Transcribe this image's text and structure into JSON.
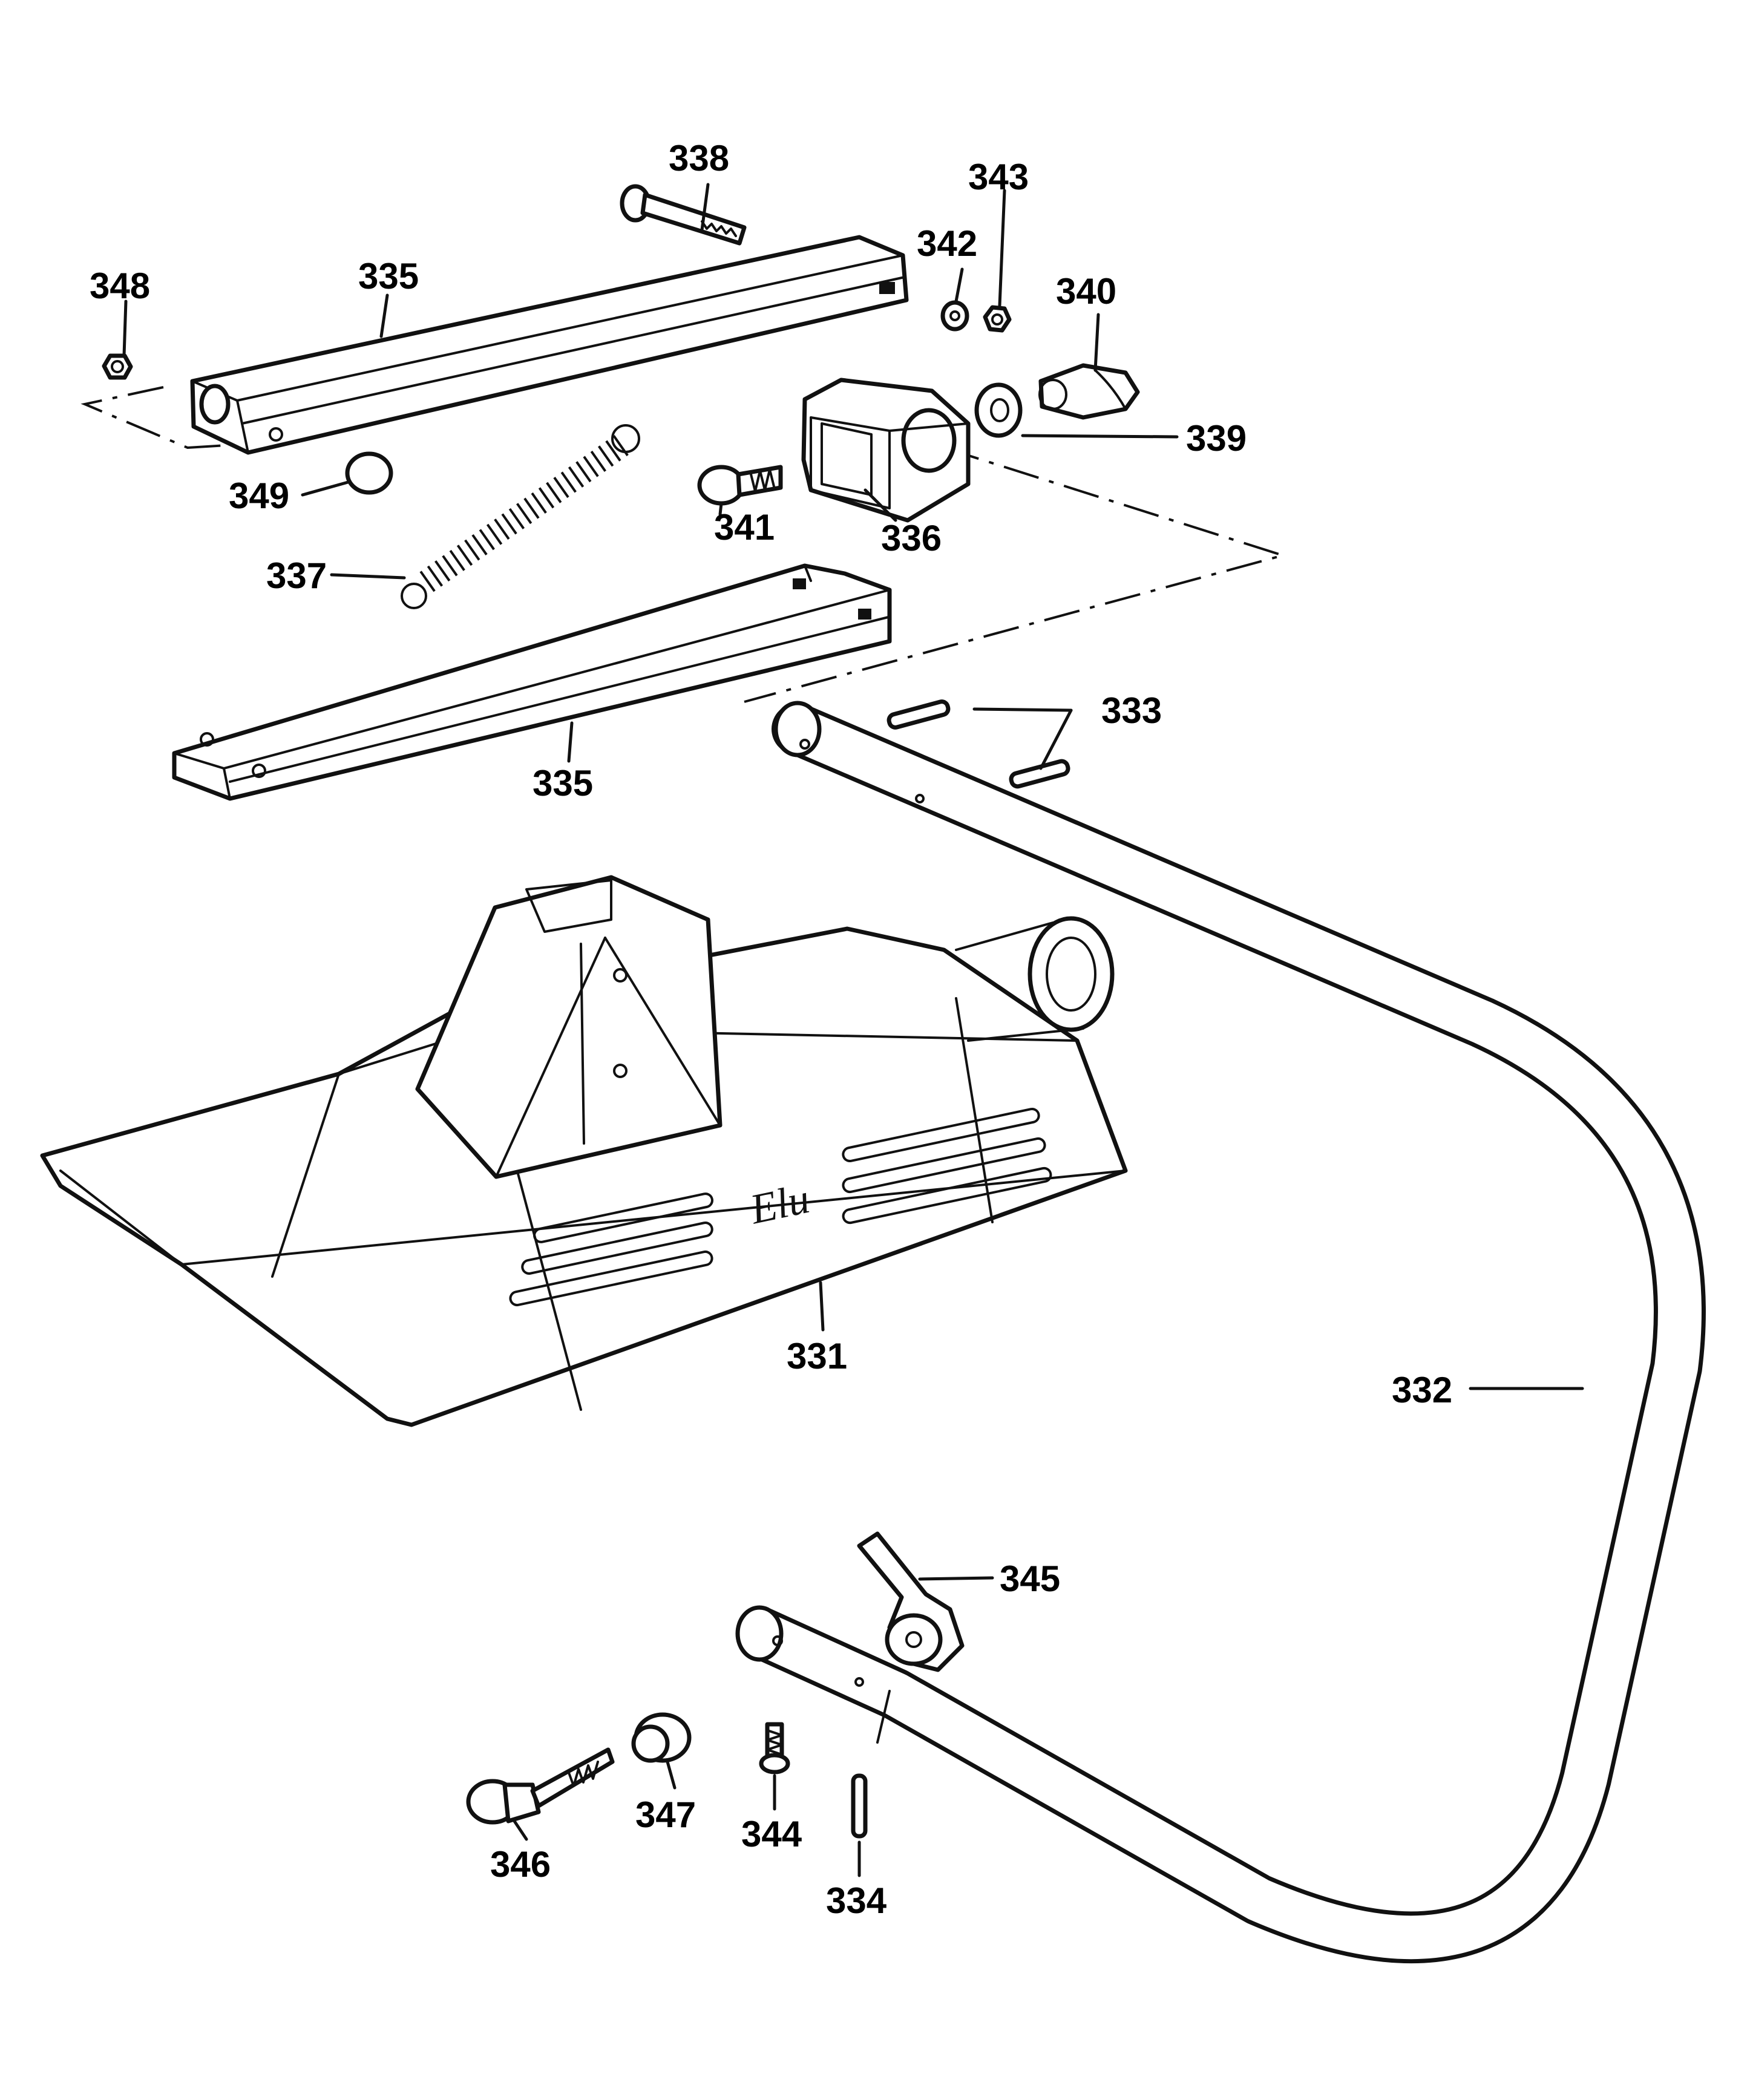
{
  "diagram": {
    "brand_mark": "Elu",
    "callouts": [
      {
        "id": "c331",
        "text": "331"
      },
      {
        "id": "c332",
        "text": "332"
      },
      {
        "id": "c333",
        "text": "333"
      },
      {
        "id": "c334",
        "text": "334"
      },
      {
        "id": "c335a",
        "text": "335"
      },
      {
        "id": "c335b",
        "text": "335"
      },
      {
        "id": "c336",
        "text": "336"
      },
      {
        "id": "c337",
        "text": "337"
      },
      {
        "id": "c338",
        "text": "338"
      },
      {
        "id": "c339",
        "text": "339"
      },
      {
        "id": "c340",
        "text": "340"
      },
      {
        "id": "c341",
        "text": "341"
      },
      {
        "id": "c342",
        "text": "342"
      },
      {
        "id": "c343",
        "text": "343"
      },
      {
        "id": "c344",
        "text": "344"
      },
      {
        "id": "c345",
        "text": "345"
      },
      {
        "id": "c346",
        "text": "346"
      },
      {
        "id": "c347",
        "text": "347"
      },
      {
        "id": "c348",
        "text": "348"
      },
      {
        "id": "c349",
        "text": "349"
      }
    ]
  }
}
